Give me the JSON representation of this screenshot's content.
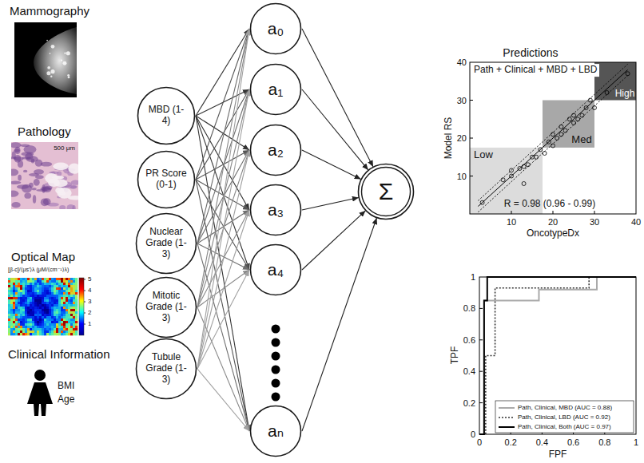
{
  "diagram": {
    "nodes": [
      {
        "text": [
          "MBD (1-4)"
        ]
      },
      {
        "text": [
          "PR Score (0-1)"
        ]
      },
      {
        "text": [
          "Nuclear Grade (1-3)"
        ]
      },
      {
        "text": [
          "Mitotic Grade (1-3)"
        ]
      },
      {
        "text": [
          "Tubule Grade (1-3)"
        ]
      },
      {
        "text": [
          "a₀"
        ]
      },
      {
        "text": [
          "a₁"
        ]
      },
      {
        "text": [
          "a₂"
        ]
      },
      {
        "text": [
          "a₃"
        ]
      },
      {
        "text": [
          "a₄"
        ]
      },
      {
        "text": [
          "aₙ"
        ]
      },
      {
        "text": [
          "Σ"
        ]
      }
    ],
    "edges": [
      {
        "from": 0,
        "to": 5,
        "arrow": "to"
      },
      {
        "from": 0,
        "to": 6,
        "arrow": "to"
      },
      {
        "from": 0,
        "to": 7,
        "arrow": "to"
      },
      {
        "from": 0,
        "to": 8,
        "arrow": "to"
      },
      {
        "from": 0,
        "to": 9,
        "arrow": "to"
      },
      {
        "from": 0,
        "to": 10,
        "arrow": "to"
      },
      {
        "from": 1,
        "to": 5,
        "arrow": "to"
      },
      {
        "from": 1,
        "to": 6,
        "arrow": "to"
      },
      {
        "from": 1,
        "to": 7,
        "arrow": "to"
      },
      {
        "from": 1,
        "to": 8,
        "arrow": "to"
      },
      {
        "from": 1,
        "to": 9,
        "arrow": "to"
      },
      {
        "from": 1,
        "to": 10,
        "arrow": "to"
      },
      {
        "from": 2,
        "to": 5,
        "arrow": "to"
      },
      {
        "from": 2,
        "to": 6,
        "arrow": "to"
      },
      {
        "from": 2,
        "to": 7,
        "arrow": "to"
      },
      {
        "from": 2,
        "to": 8,
        "arrow": "to"
      },
      {
        "from": 2,
        "to": 9,
        "arrow": "to"
      },
      {
        "from": 2,
        "to": 10,
        "arrow": "to"
      },
      {
        "from": 3,
        "to": 5,
        "arrow": "to"
      },
      {
        "from": 3,
        "to": 6,
        "arrow": "to"
      },
      {
        "from": 3,
        "to": 7,
        "arrow": "to"
      },
      {
        "from": 3,
        "to": 8,
        "arrow": "to"
      },
      {
        "from": 3,
        "to": 9,
        "arrow": "to"
      },
      {
        "from": 3,
        "to": 10,
        "arrow": "to"
      },
      {
        "from": 4,
        "to": 5,
        "arrow": "to"
      },
      {
        "from": 4,
        "to": 6,
        "arrow": "to"
      },
      {
        "from": 4,
        "to": 7,
        "arrow": "to"
      },
      {
        "from": 4,
        "to": 8,
        "arrow": "to"
      },
      {
        "from": 4,
        "to": 9,
        "arrow": "to"
      },
      {
        "from": 4,
        "to": 10,
        "arrow": "to"
      },
      {
        "from": 5,
        "to": 11,
        "arrow": "to"
      },
      {
        "from": 6,
        "to": 11,
        "arrow": "to"
      },
      {
        "from": 7,
        "to": 11,
        "arrow": "to"
      },
      {
        "from": 8,
        "to": 11,
        "arrow": "to"
      },
      {
        "from": 9,
        "to": 11,
        "arrow": "to"
      },
      {
        "from": 10,
        "to": 11,
        "arrow": "to"
      }
    ],
    "labels": [
      "Mammography",
      "Pathology",
      "500 μm",
      "Optical Map",
      "[β-c]/⟨μs′⟩λ (μM/⟨cm⁻¹⟩λ)",
      "5",
      "4",
      "3",
      "2",
      "1",
      "Clinical Information",
      "BMI",
      "Age",
      "Predictions",
      "Path + Clinical + MBD + LBD",
      "High",
      "Med",
      "Low",
      "R = 0.98 (0.96 - 0.99)",
      "40",
      "30",
      "20",
      "10",
      "Model RS",
      "10",
      "20",
      "30",
      "40",
      "OncotypeDx",
      "1",
      "0.8",
      "0.6",
      "0.4",
      "0.2",
      "0",
      "TPF",
      "0",
      "0.2",
      "0.4",
      "0.6",
      "0.8",
      "1",
      "FPF"
    ],
    "legend": [
      {
        "text": "Path, Clinical, MBD (AUC = 0.88)"
      },
      {
        "text": "Path, Clinical, LBD (AUC = 0.92)"
      },
      {
        "text": "Path, Clinical, Both (AUC = 0.97)"
      }
    ]
  }
}
